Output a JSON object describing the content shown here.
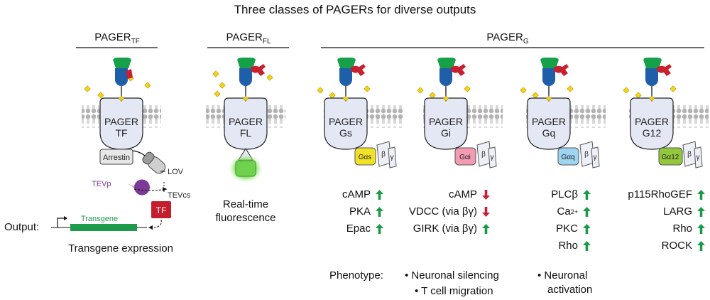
{
  "title": "Three classes of PAGERs for diverse outputs",
  "headers": {
    "tf": {
      "main": "PAGER",
      "sub": "TF"
    },
    "fl": {
      "main": "PAGER",
      "sub": "FL"
    },
    "g": {
      "main": "PAGER",
      "sub": "G"
    }
  },
  "receptors": {
    "tf": {
      "line1": "PAGER",
      "line2": "TF"
    },
    "fl": {
      "line1": "PAGER",
      "line2": "FL"
    },
    "gs": {
      "line1": "PAGER",
      "line2": "Gs"
    },
    "gi": {
      "line1": "PAGER",
      "line2": "Gi"
    },
    "gq": {
      "line1": "PAGER",
      "line2": "Gq"
    },
    "g12": {
      "line1": "PAGER",
      "line2": "G12"
    }
  },
  "gproteins": {
    "gs": {
      "alpha": "Gαs",
      "beta": "β",
      "gamma": "γ",
      "color": "#f2e227"
    },
    "gi": {
      "alpha": "Gαi",
      "beta": "β",
      "gamma": "γ",
      "color": "#f29bb2"
    },
    "gq": {
      "alpha": "Gαq",
      "beta": "β",
      "gamma": "γ",
      "color": "#9fd3f2"
    },
    "g12": {
      "alpha": "Gα12",
      "beta": "β",
      "gamma": "γ",
      "color": "#93c83d"
    }
  },
  "tf_parts": {
    "arrestin": "Arrestin",
    "lov": "LOV",
    "tevp": "TEVp",
    "tevcs": "TEVcs",
    "tf": "TF",
    "transgene": "Transgene",
    "output_label": "Output:"
  },
  "captions": {
    "tf": "Transgene expression",
    "fl_line1": "Real-time",
    "fl_line2": "fluorescence"
  },
  "readouts": {
    "gs": [
      {
        "label": "cAMP",
        "dir": "up"
      },
      {
        "label": "PKA",
        "dir": "up"
      },
      {
        "label": "Epac",
        "dir": "up"
      }
    ],
    "gi": [
      {
        "label": "cAMP",
        "dir": "down"
      },
      {
        "label": "VDCC (via βγ)",
        "dir": "down"
      },
      {
        "label": "GIRK (via βγ)",
        "dir": "up"
      }
    ],
    "gq": [
      {
        "label": "PLCβ",
        "dir": "up"
      },
      {
        "label": "Ca",
        "sup": "2+",
        "dir": "up"
      },
      {
        "label": "PKC",
        "dir": "up"
      },
      {
        "label": "Rho",
        "dir": "up"
      }
    ],
    "g12": [
      {
        "label": "p115RhoGEF",
        "dir": "up"
      },
      {
        "label": "LARG",
        "dir": "up"
      },
      {
        "label": "Rho",
        "dir": "up"
      },
      {
        "label": "ROCK",
        "dir": "up"
      }
    ]
  },
  "phenotype": {
    "label": "Phenotype:",
    "gi_1": "• Neuronal silencing",
    "gi_2": "• T cell migration",
    "gq_1": "• Neuronal",
    "gq_2": "activation"
  },
  "colors": {
    "up": "#1a9a48",
    "down": "#c62032",
    "ligand": "#f2d21a",
    "binder_green": "#17a04a",
    "binder_blue": "#1f5faa",
    "drug_red": "#c8202f",
    "receptor_fill": "#e4e8f4",
    "membrane": "#b3b3b3",
    "tf_red": "#c41e2e",
    "tevp_purple": "#7b3a96",
    "transgene_green": "#1e9a4c",
    "fl_green": "#6fd14e"
  }
}
